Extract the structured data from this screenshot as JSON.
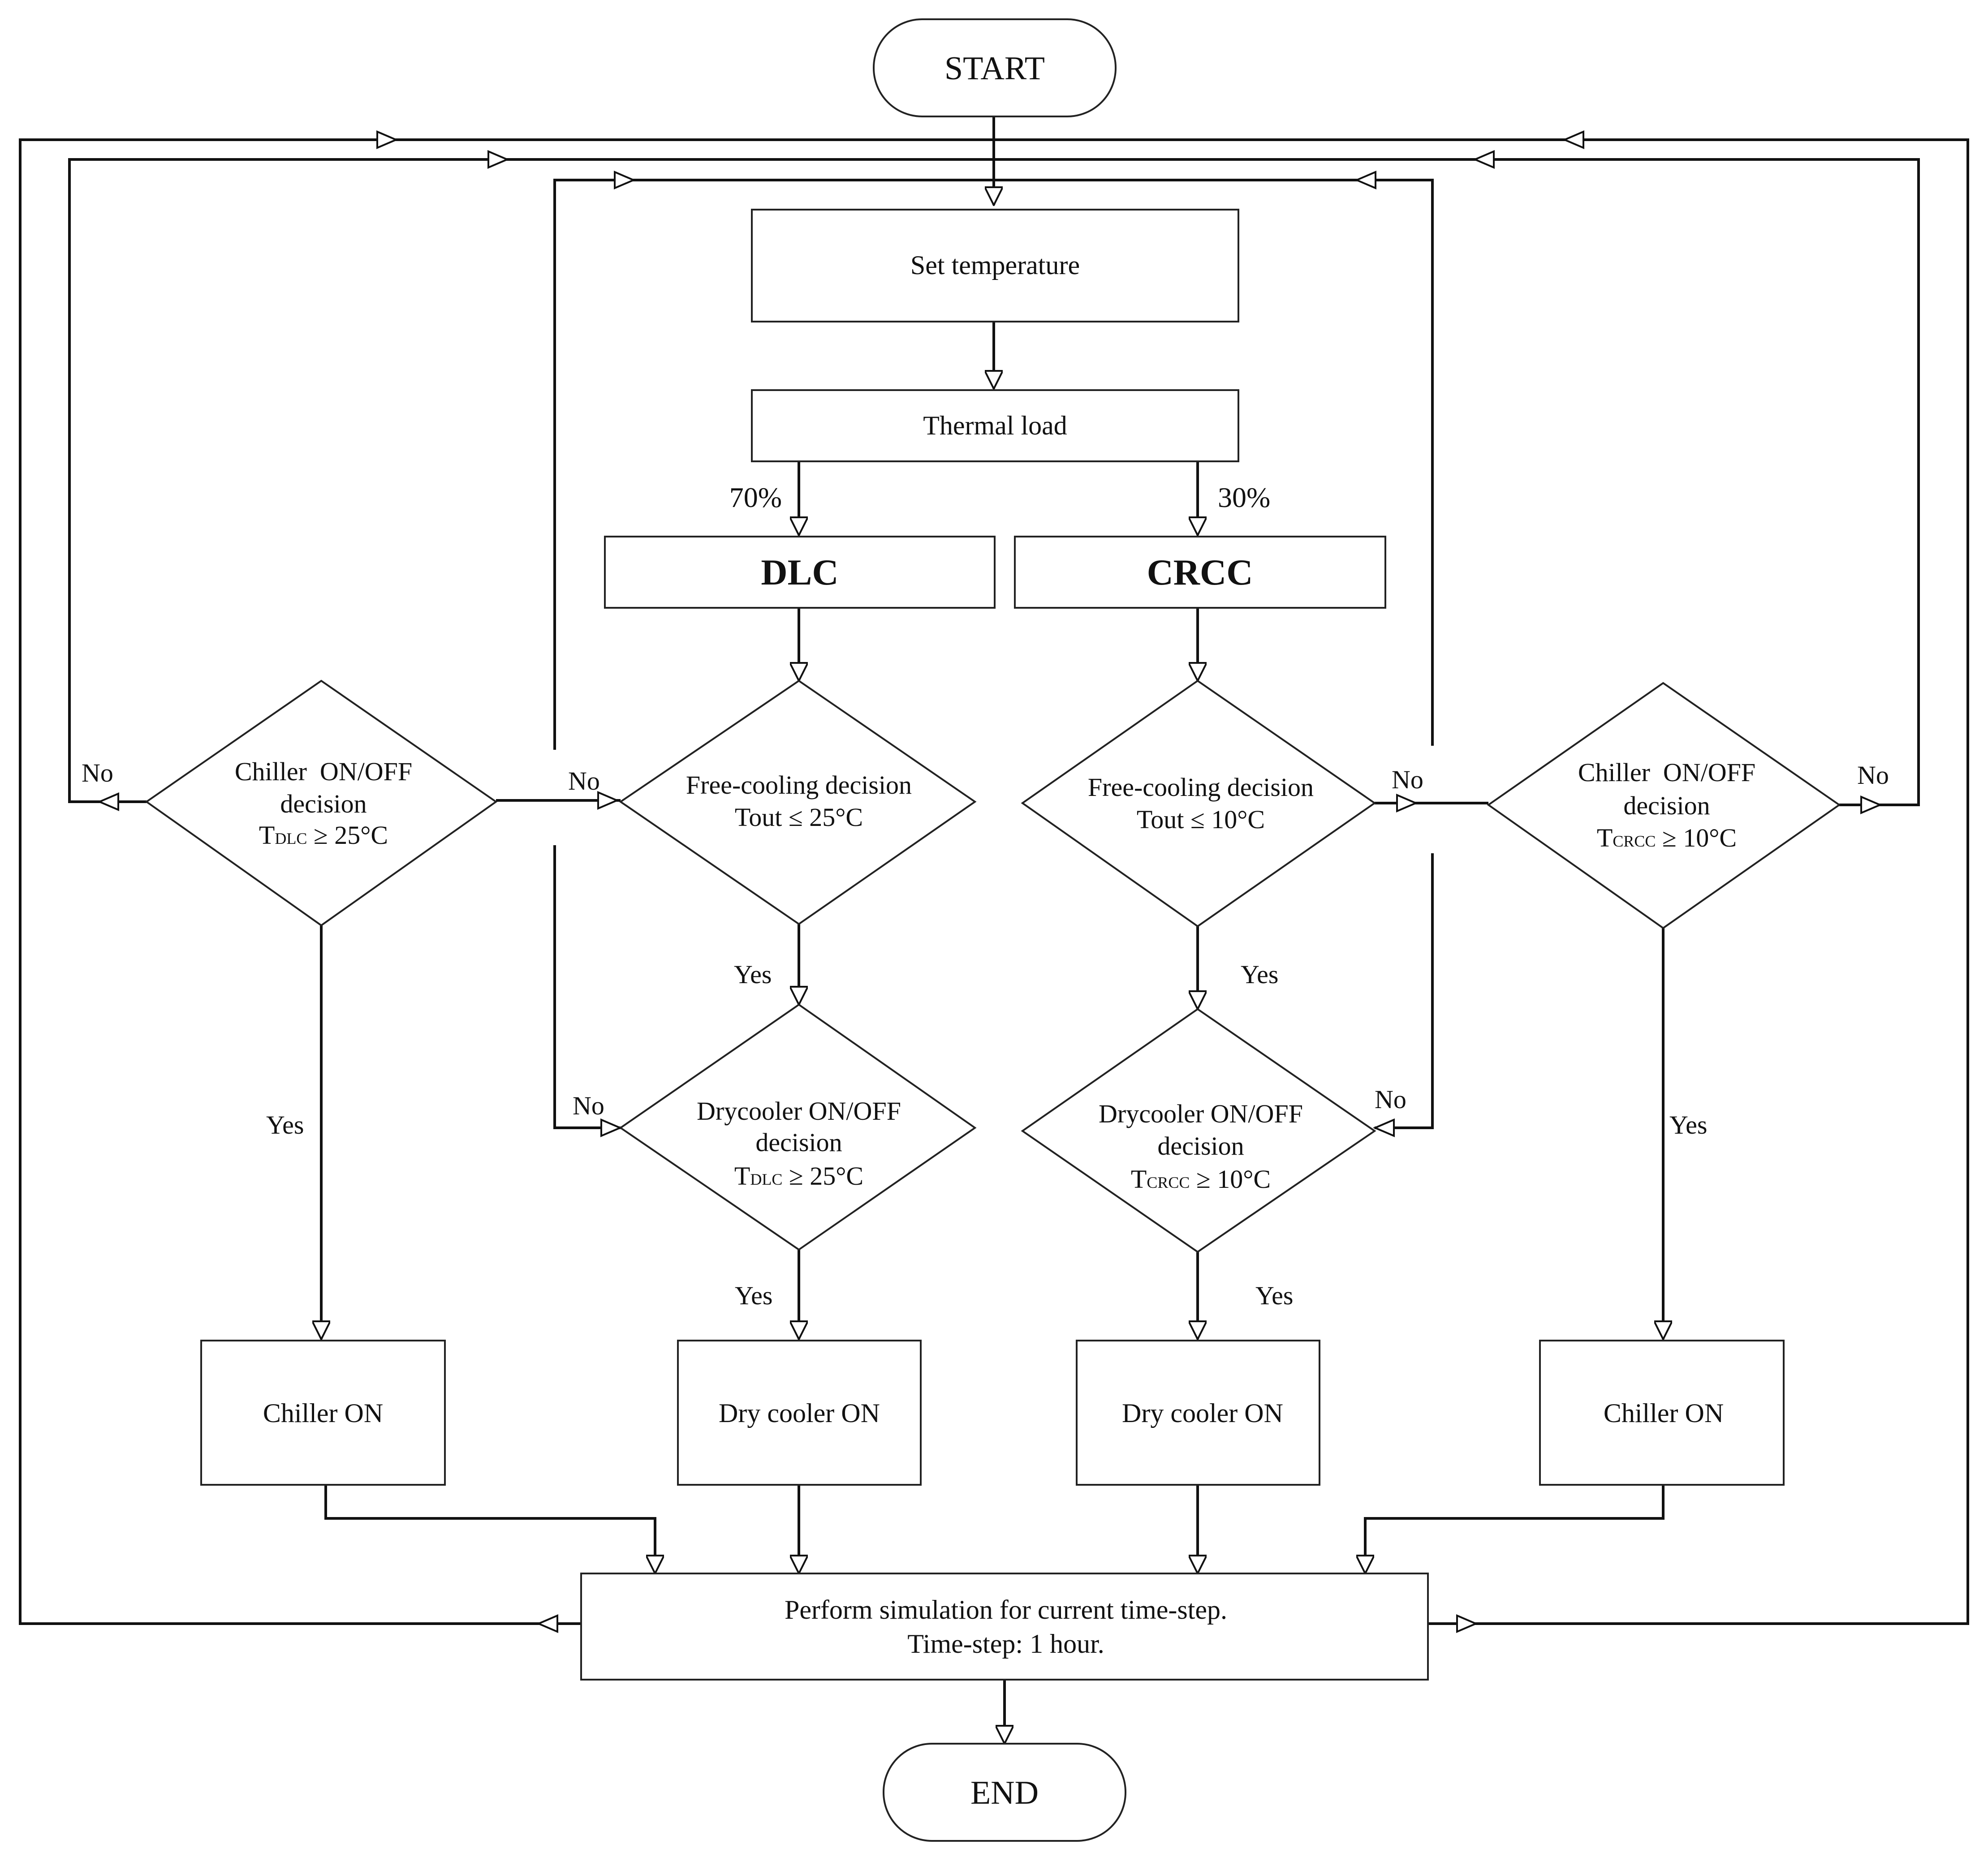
{
  "terminals": {
    "start": "START",
    "end": "END"
  },
  "boxes": {
    "set_temperature": "Set temperature",
    "thermal_load": "Thermal load",
    "dlc": "DLC",
    "crcc": "CRCC",
    "chiller_on_left": "Chiller ON",
    "drycooler_on_dlc": "Dry cooler ON",
    "drycooler_on_crcc": "Dry cooler ON",
    "chiller_on_right": "Chiller ON",
    "simulation_line1": "Perform simulation for current time-step.",
    "simulation_line2": "Time-step: 1 hour."
  },
  "split": {
    "dlc_share": "70%",
    "crcc_share": "30%"
  },
  "decisions": {
    "chiller_dlc": {
      "line1": "Chiller  ON/OFF",
      "line2": "decision",
      "var": "T",
      "sub": "DLC",
      "cond": " ≥ 25°C"
    },
    "freecool_dlc": {
      "line1": "Free-cooling decision",
      "line2": "Tout ≤ 25°C"
    },
    "drycooler_dlc": {
      "line1": "Drycooler ON/OFF",
      "line2": "decision",
      "var": "T",
      "sub": "DLC",
      "cond": " ≥ 25°C"
    },
    "freecool_crcc": {
      "line1": "Free-cooling decision",
      "line2": "Tout ≤ 10°C"
    },
    "drycooler_crcc": {
      "line1": "Drycooler ON/OFF",
      "line2": "decision",
      "var": "T",
      "sub": "CRCC",
      "cond": " ≥ 10°C"
    },
    "chiller_crcc": {
      "line1": "Chiller  ON/OFF",
      "line2": "decision",
      "var": "T",
      "sub": "CRCC",
      "cond": " ≥ 10°C"
    }
  },
  "labels": {
    "yes": "Yes",
    "no": "No"
  }
}
